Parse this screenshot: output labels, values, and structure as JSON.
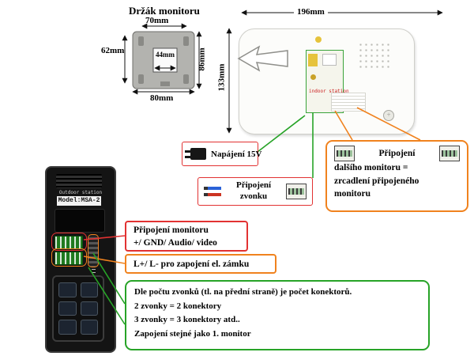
{
  "colors": {
    "red": "#e23232",
    "orange": "#f0821e",
    "green": "#27a327",
    "bracket_gray": "#b3b3af"
  },
  "bracket": {
    "title": "Držák monitoru",
    "dims": {
      "top": "70mm",
      "left": "62mm",
      "inner": "44mm",
      "right": "86mm",
      "bottom": "80mm"
    }
  },
  "monitor": {
    "dims": {
      "width": "196mm",
      "height": "133mm"
    },
    "board_label": "indoor station"
  },
  "door_station": {
    "header": "Outdoor station",
    "model": "Model:MSA-2"
  },
  "callouts": {
    "power": {
      "label": "Napájení 15V",
      "icon": "power-plug-icon"
    },
    "bell": {
      "line1": "Připojení",
      "line2": "zvonku",
      "left_icon": "wire-connector-icon",
      "right_icon": "pin-header-icon"
    },
    "extra_monitor": {
      "line1": "Připojení",
      "line2": "dalšího monitoru =",
      "line3": "zrcadlení připojeného",
      "line4": "monitoru",
      "icon": "pin-header-icon"
    },
    "monitor_connect": {
      "line1": "Připojení monitoru",
      "line2": "+/ GND/ Audio/ video"
    },
    "lock": {
      "line1": "L+/ L- pro zapojení el. zámku"
    },
    "bells_count": {
      "line1": "Dle počtu zvonků (tl. na přední straně) je počet konektorů.",
      "line2": "2 zvonky = 2 konektory",
      "line3": "3 zvonky = 3 konektory atd..",
      "line4": "Zapojení stejné jako 1. monitor"
    }
  }
}
